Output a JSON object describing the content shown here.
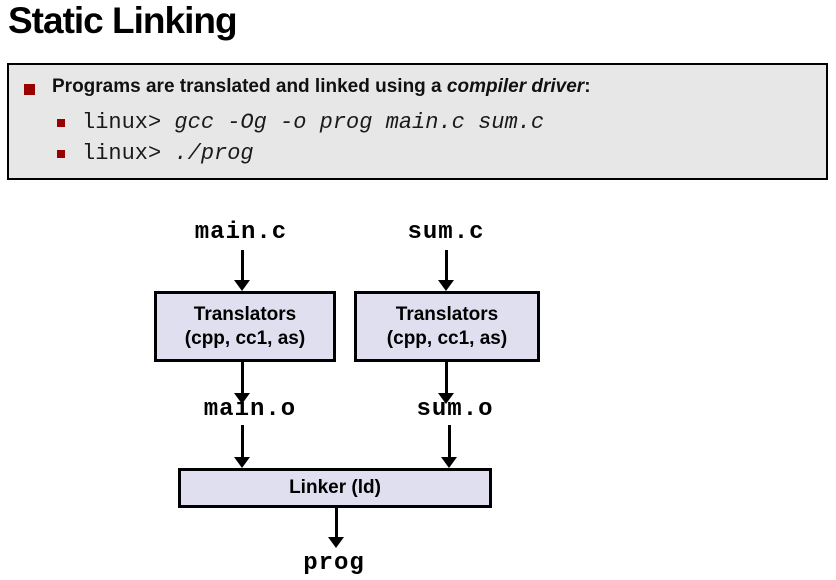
{
  "title": "Static Linking",
  "colors": {
    "bullet_red": "#990000",
    "node_fill": "#dfdff0",
    "callout_fill": "#e7e7e7"
  },
  "bullet": {
    "prefix": "Programs are translated and linked using a ",
    "emphasis": "compiler driver",
    "suffix": ":"
  },
  "commands": [
    {
      "prompt": "linux> ",
      "command": "gcc -Og -o prog main.c sum.c"
    },
    {
      "prompt": "linux> ",
      "command": "./prog"
    }
  ],
  "diagram": {
    "source_files": [
      "main.c",
      "sum.c"
    ],
    "translators": [
      {
        "line1": "Translators",
        "line2": "(cpp, cc1, as)"
      },
      {
        "line1": "Translators",
        "line2": "(cpp, cc1, as)"
      }
    ],
    "object_files": [
      "main.o",
      "sum.o"
    ],
    "linker_label": "Linker (ld)",
    "output_file": "prog"
  }
}
